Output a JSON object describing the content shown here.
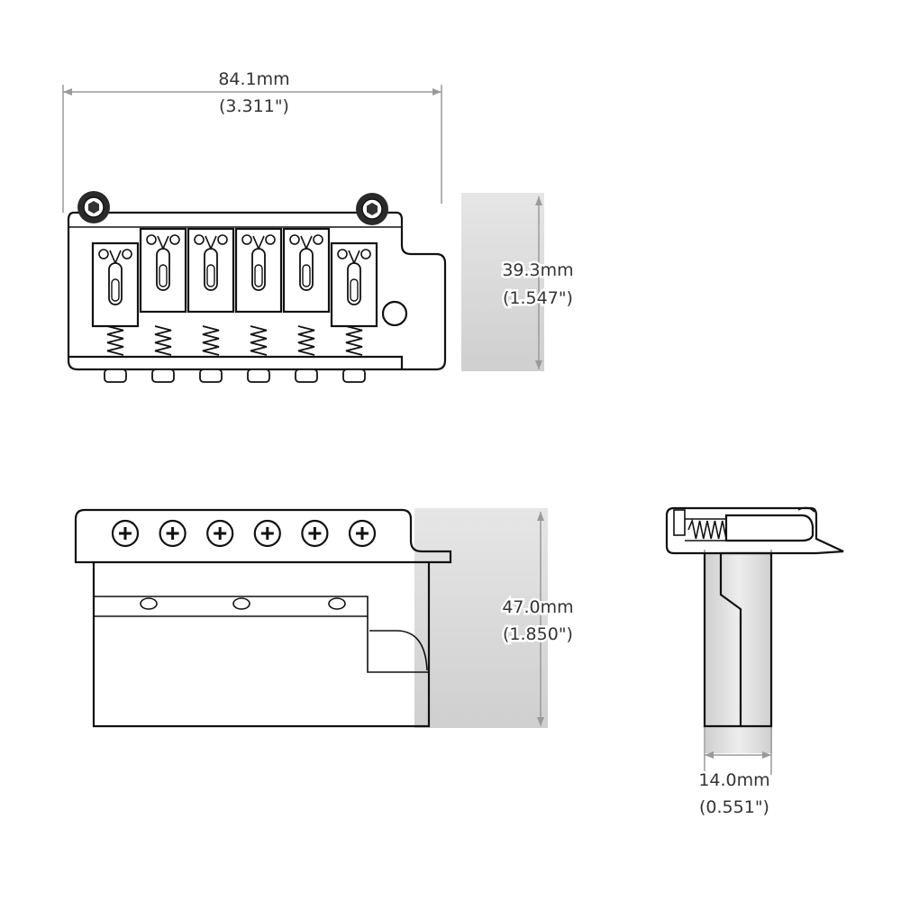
{
  "dimensions": {
    "width": {
      "mm": "84.1mm",
      "inch": "(3.311\")"
    },
    "top_height": {
      "mm": "39.3mm",
      "inch": "(1.547\")"
    },
    "front_height": {
      "mm": "47.0mm",
      "inch": "(1.850\")"
    },
    "side_depth": {
      "mm": "14.0mm",
      "inch": "(0.551\")"
    }
  },
  "saddle_count": 6,
  "screw_count": 6,
  "colors": {
    "line": "#111111",
    "shading": "#d4d4d4",
    "dimension": "#9a9a9a",
    "text": "#333333"
  }
}
